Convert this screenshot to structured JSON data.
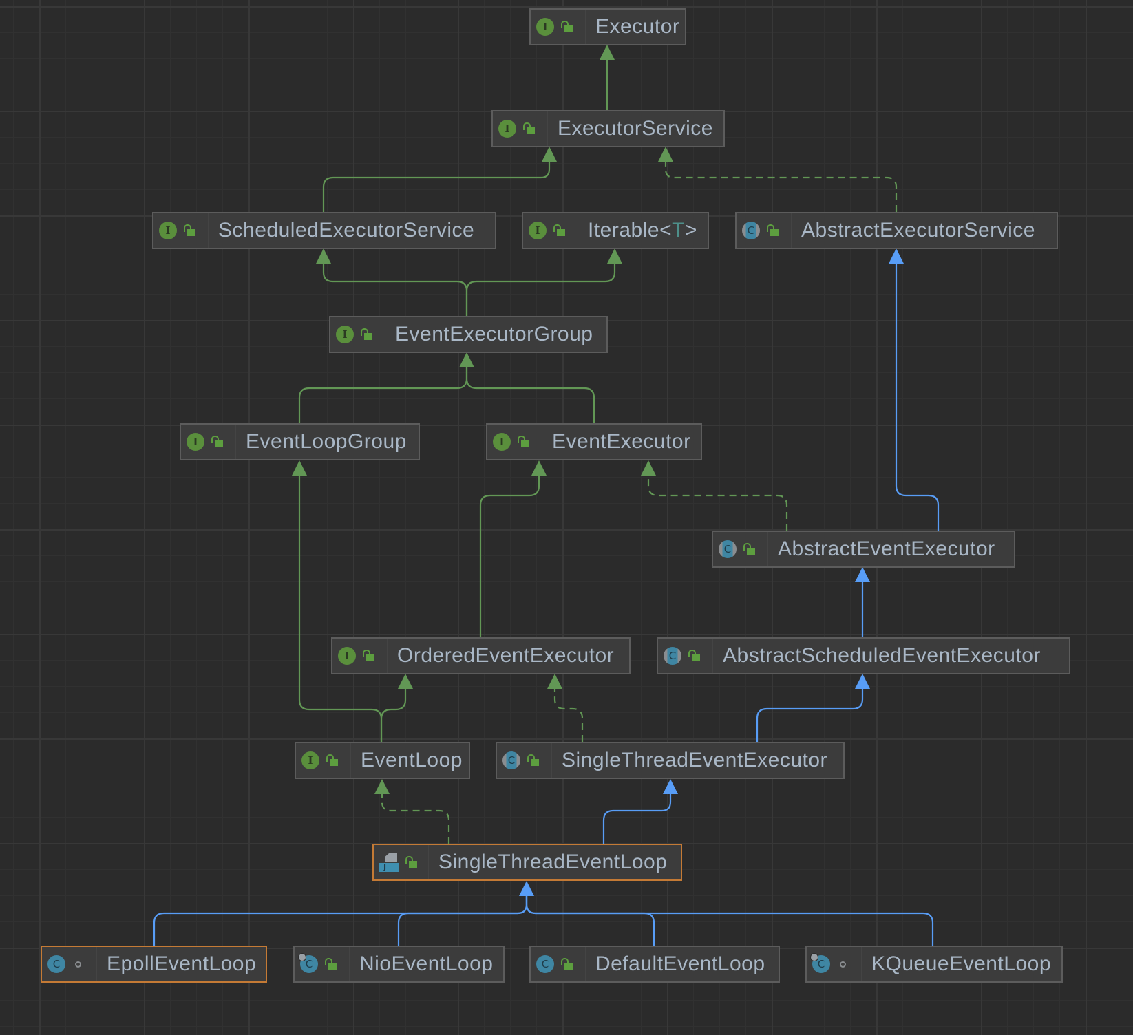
{
  "diagram": {
    "title": "SingleThreadEventLoop hierarchy",
    "colors": {
      "extends_interface": "#629755",
      "extends_class": "#589df6",
      "selected_border": "#c47a35",
      "text": "#a9b7c6"
    },
    "nodes": [
      {
        "id": "executor",
        "name": "Executor",
        "kind": "interface",
        "visibility": "public"
      },
      {
        "id": "executorservice",
        "name": "ExecutorService",
        "kind": "interface",
        "visibility": "public"
      },
      {
        "id": "scheduledexecutorservice",
        "name": "ScheduledExecutorService",
        "kind": "interface",
        "visibility": "public"
      },
      {
        "id": "iterable",
        "name": "Iterable<",
        "type_param": "T",
        "name_suffix": ">",
        "kind": "interface",
        "visibility": "public"
      },
      {
        "id": "abstractexecutorservice",
        "name": "AbstractExecutorService",
        "kind": "abstract-class",
        "visibility": "public"
      },
      {
        "id": "eventexecutorgroup",
        "name": "EventExecutorGroup",
        "kind": "interface",
        "visibility": "public"
      },
      {
        "id": "eventloopgroup",
        "name": "EventLoopGroup",
        "kind": "interface",
        "visibility": "public"
      },
      {
        "id": "eventexecutor",
        "name": "EventExecutor",
        "kind": "interface",
        "visibility": "public"
      },
      {
        "id": "abstracteventexecutor",
        "name": "AbstractEventExecutor",
        "kind": "abstract-class",
        "visibility": "public"
      },
      {
        "id": "orderedeventexecutor",
        "name": "OrderedEventExecutor",
        "kind": "interface",
        "visibility": "public"
      },
      {
        "id": "abstractscheduledeventexecutor",
        "name": "AbstractScheduledEventExecutor",
        "kind": "abstract-class",
        "visibility": "public"
      },
      {
        "id": "eventloop",
        "name": "EventLoop",
        "kind": "interface",
        "visibility": "public"
      },
      {
        "id": "singlethreadeventexecutor",
        "name": "SingleThreadEventExecutor",
        "kind": "abstract-class",
        "visibility": "public"
      },
      {
        "id": "singlethreadeventloop",
        "name": "SingleThreadEventLoop",
        "kind": "java-file",
        "visibility": "public",
        "selected": true
      },
      {
        "id": "epolleventloop",
        "name": "EpollEventLoop",
        "kind": "class",
        "visibility": "package-private",
        "selected": true
      },
      {
        "id": "nioeventloop",
        "name": "NioEventLoop",
        "kind": "final-class",
        "visibility": "public"
      },
      {
        "id": "defaulteventloop",
        "name": "DefaultEventLoop",
        "kind": "class",
        "visibility": "public"
      },
      {
        "id": "kqueueeventloop",
        "name": "KQueueEventLoop",
        "kind": "final-class",
        "visibility": "package-private"
      }
    ],
    "edges": [
      {
        "from": "executorservice",
        "to": "executor",
        "type": "extends"
      },
      {
        "from": "scheduledexecutorservice",
        "to": "executorservice",
        "type": "extends"
      },
      {
        "from": "abstractexecutorservice",
        "to": "executorservice",
        "type": "implements"
      },
      {
        "from": "eventexecutorgroup",
        "to": "scheduledexecutorservice",
        "type": "extends"
      },
      {
        "from": "eventexecutorgroup",
        "to": "iterable",
        "type": "extends"
      },
      {
        "from": "eventloopgroup",
        "to": "eventexecutorgroup",
        "type": "extends"
      },
      {
        "from": "eventexecutor",
        "to": "eventexecutorgroup",
        "type": "extends"
      },
      {
        "from": "eventloop",
        "to": "eventloopgroup",
        "type": "extends"
      },
      {
        "from": "eventloop",
        "to": "orderedeventexecutor",
        "type": "extends"
      },
      {
        "from": "orderedeventexecutor",
        "to": "eventexecutor",
        "type": "extends"
      },
      {
        "from": "abstracteventexecutor",
        "to": "eventexecutor",
        "type": "implements"
      },
      {
        "from": "abstracteventexecutor",
        "to": "abstractexecutorservice",
        "type": "class-extends"
      },
      {
        "from": "abstractscheduledeventexecutor",
        "to": "abstracteventexecutor",
        "type": "class-extends"
      },
      {
        "from": "singlethreadeventexecutor",
        "to": "orderedeventexecutor",
        "type": "implements"
      },
      {
        "from": "singlethreadeventexecutor",
        "to": "abstractscheduledeventexecutor",
        "type": "class-extends"
      },
      {
        "from": "singlethreadeventloop",
        "to": "eventloop",
        "type": "implements"
      },
      {
        "from": "singlethreadeventloop",
        "to": "singlethreadeventexecutor",
        "type": "class-extends"
      },
      {
        "from": "epolleventloop",
        "to": "singlethreadeventloop",
        "type": "class-extends"
      },
      {
        "from": "nioeventloop",
        "to": "singlethreadeventloop",
        "type": "class-extends"
      },
      {
        "from": "defaulteventloop",
        "to": "singlethreadeventloop",
        "type": "class-extends"
      },
      {
        "from": "kqueueeventloop",
        "to": "singlethreadeventloop",
        "type": "class-extends"
      }
    ]
  }
}
